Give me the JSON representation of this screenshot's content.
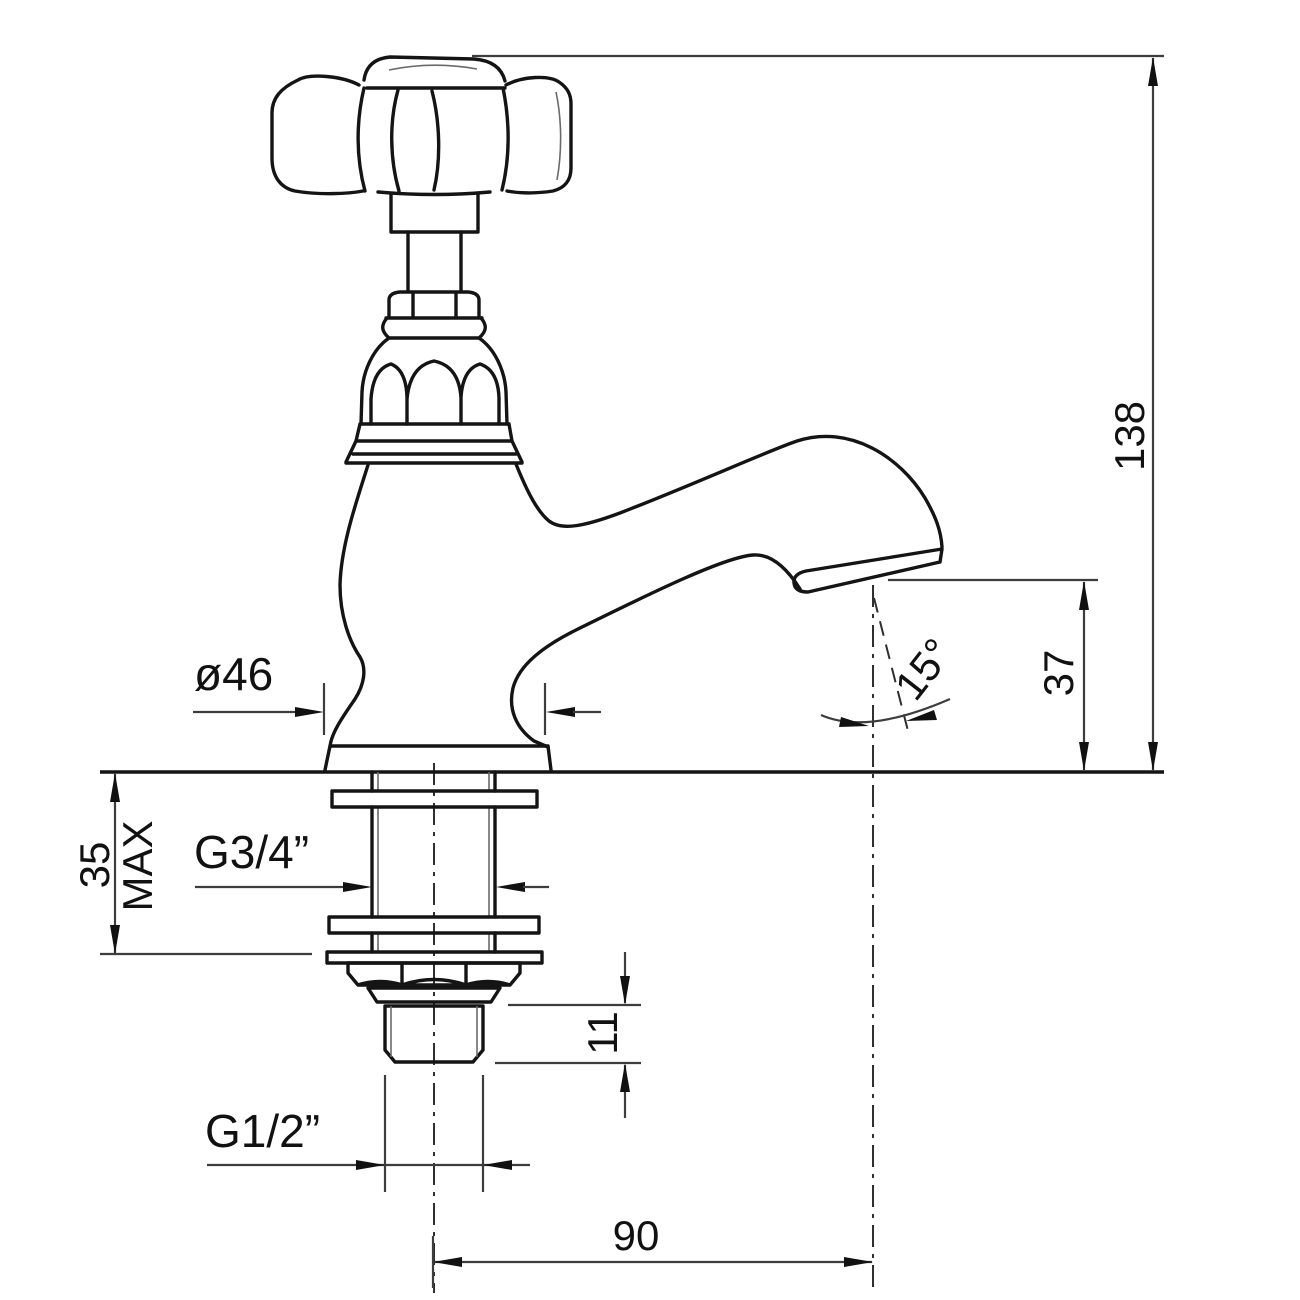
{
  "drawing": {
    "type": "technical-drawing",
    "subject": "Traditional crosshead pillar tap - side elevation with installation dimensions",
    "units": "mm",
    "colors": {
      "line": "#141414",
      "dimension": "#3d3d3d",
      "background": "#ffffff"
    },
    "dimensions": {
      "overall_height": {
        "value": "138"
      },
      "spout_clearance": {
        "value": "37"
      },
      "spout_reach": {
        "value": "90"
      },
      "deck_thickness_value": {
        "value": "35"
      },
      "deck_thickness_qualifier": {
        "value": "MAX"
      },
      "body_diameter": {
        "value": "ø46"
      },
      "shank_thread": {
        "value": "G3/4”"
      },
      "tail_thread": {
        "value": "G1/2”"
      },
      "tail_length": {
        "value": "11"
      },
      "flow_angle": {
        "value": "15°"
      }
    }
  }
}
